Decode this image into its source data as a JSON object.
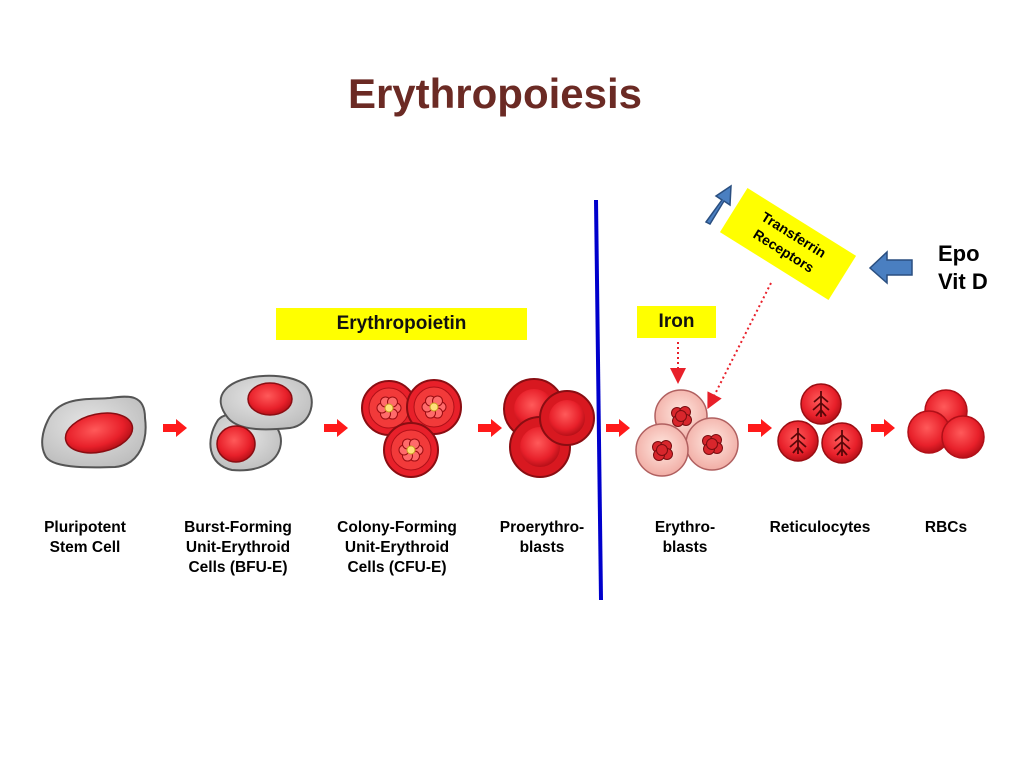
{
  "title": "Erythropoiesis",
  "erythropoietin_label": "Erythropoietin",
  "iron_label": "Iron",
  "transferrin": {
    "line1": "Transferrin",
    "line2": "Receptors"
  },
  "epo": {
    "line1": "Epo",
    "line2": "Vit D"
  },
  "stages": [
    {
      "lines": [
        "Pluripotent",
        "Stem Cell"
      ]
    },
    {
      "lines": [
        "Burst-Forming",
        "Unit-Erythroid",
        "Cells (BFU-E)"
      ]
    },
    {
      "lines": [
        "Colony-Forming",
        "Unit-Erythroid",
        "Cells (CFU-E)"
      ]
    },
    {
      "lines": [
        "Proerythro-",
        "blasts"
      ]
    },
    {
      "lines": [
        "Erythro-",
        "blasts"
      ]
    },
    {
      "lines": [
        "Reticulocytes"
      ]
    },
    {
      "lines": [
        "RBCs"
      ]
    }
  ],
  "colors": {
    "title": "#6b2a24",
    "cell_red": "#e8292b",
    "highlight": "#ffff00",
    "divider": "#0000cc",
    "arrow_blue": "#4a7fc1"
  }
}
